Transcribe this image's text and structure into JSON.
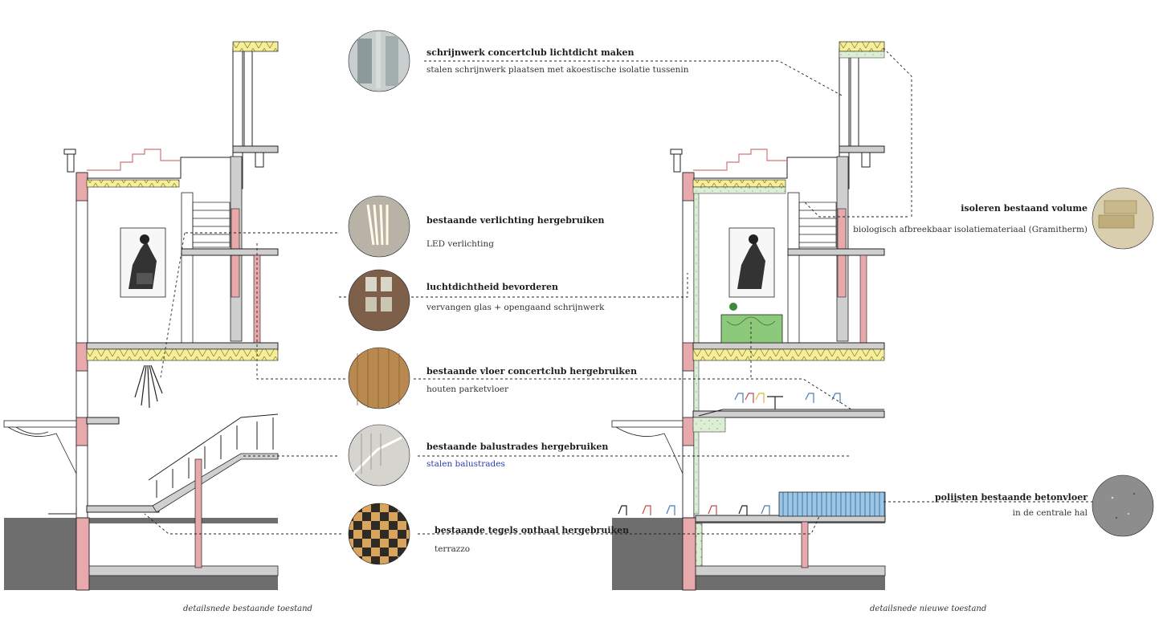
{
  "callouts": [
    {
      "id": "schrijnwerk",
      "title": "schrijnwerk concertclub lichtdicht maken",
      "subtitle": "stalen schrijnwerk plaatsen met akoestische isolatie tussenin",
      "thumbnail": "window-frame-photo"
    },
    {
      "id": "verlichting",
      "title": "bestaande verlichting hergebruiken",
      "subtitle": "LED verlichting",
      "thumbnail": "led-tubes-photo"
    },
    {
      "id": "luchtdicht",
      "title": "luchtdichtheid bevorderen",
      "subtitle": "vervangen glas + opengaand schrijnwerk",
      "thumbnail": "glazed-window-photo"
    },
    {
      "id": "vloer",
      "title": "bestaande vloer concertclub hergebruiken",
      "subtitle": "houten parketvloer",
      "thumbnail": "wood-parquet-photo"
    },
    {
      "id": "balustrades",
      "title": "bestaande balustrades hergebruiken",
      "subtitle": "stalen balustrades",
      "thumbnail": "stair-balustrade-photo"
    },
    {
      "id": "tegels",
      "title": "bestaande tegels onthaal hergebruiken",
      "subtitle": "terrazzo",
      "thumbnail": "terrazzo-tiles-photo"
    },
    {
      "id": "isoleren",
      "title": "isoleren bestaand volume",
      "subtitle": "biologisch afbreekbaar isolatiemateriaal (Gramitherm)",
      "thumbnail": "insulation-blocks-photo"
    },
    {
      "id": "betonvloer",
      "title": "polijsten bestaande betonvloer",
      "subtitle": "in de centrale hal",
      "thumbnail": "polished-concrete-photo"
    }
  ],
  "captions": {
    "left": "detailsnede bestaande toestand",
    "right": "detailsnede nieuwe toestand"
  },
  "colors": {
    "insulation": "#f6ef9a",
    "structure_pink": "#e8a9ad",
    "ground": "#6e6e6e",
    "concrete": "#cfcfcf",
    "new_insulation": "#d8ecd0",
    "bar_green": "#8cc97a",
    "container_blue": "#9cc6e6",
    "line": "#222222"
  }
}
